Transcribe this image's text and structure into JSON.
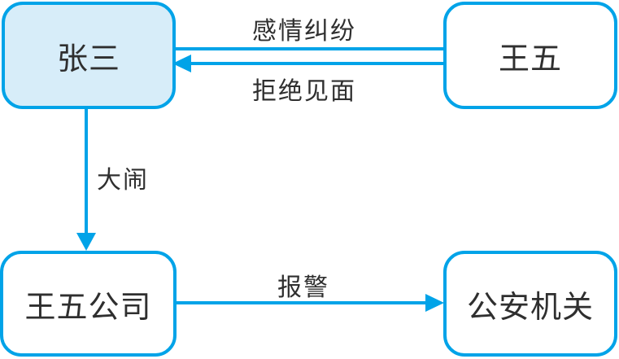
{
  "diagram": {
    "background_color": "#ffffff",
    "accent_color": "#00a3e8",
    "text_color": "#2f2f2f",
    "highlight_fill_color": "#d7edf9",
    "nodes": [
      {
        "id": "zhangsan",
        "label": "张三",
        "filled": true
      },
      {
        "id": "wangwu",
        "label": "王五",
        "filled": false
      },
      {
        "id": "wangwu-company",
        "label": "王五公司",
        "filled": false
      },
      {
        "id": "police",
        "label": "公安机关",
        "filled": false
      }
    ],
    "edges": [
      {
        "id": "ganqing",
        "label": "感情纠纷",
        "from": "wangwu",
        "to": "zhangsan",
        "arrow": "none"
      },
      {
        "id": "jujue",
        "label": "拒绝见面",
        "from": "wangwu",
        "to": "zhangsan",
        "arrow": "to"
      },
      {
        "id": "danao",
        "label": "大闹",
        "from": "zhangsan",
        "to": "wangwu-company",
        "arrow": "to"
      },
      {
        "id": "baojing",
        "label": "报警",
        "from": "wangwu-company",
        "to": "police",
        "arrow": "to"
      }
    ]
  }
}
